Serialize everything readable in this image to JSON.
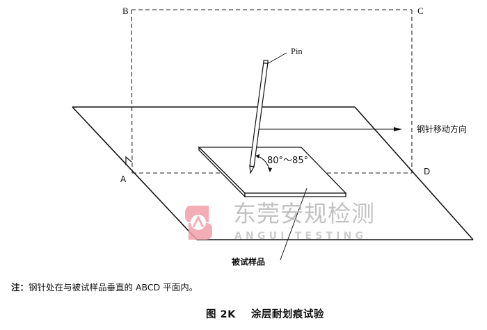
{
  "figure": {
    "caption": "图 2K",
    "caption_title": "涂层耐划痕试验",
    "note_prefix": "注：",
    "note_text": "钢针处在与被试样品垂直的 ABCD 平面内。",
    "labels": {
      "corner_a": "A",
      "corner_b": "B",
      "corner_c": "C",
      "corner_d": "D",
      "pin": "Pin",
      "angle": "80°～85°",
      "direction": "钢针移动方向",
      "sample": "被试样品"
    }
  },
  "watermark": {
    "text_cn": "东莞安规检测",
    "text_en": "ANGUI TESTING",
    "logo_color": "#f0a0a8",
    "text_color": "#b8b8b8"
  }
}
